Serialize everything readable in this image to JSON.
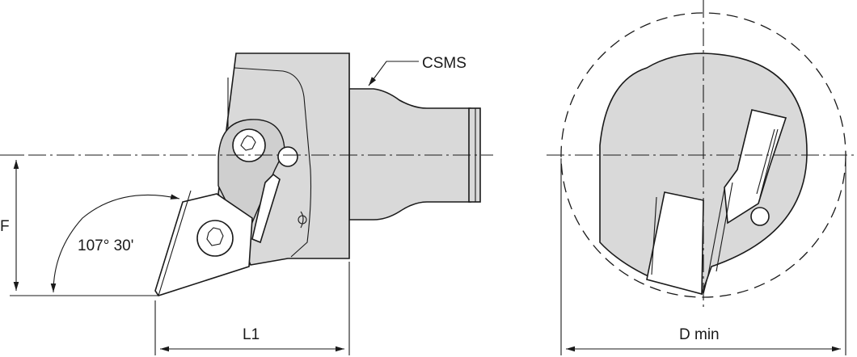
{
  "labels": {
    "csms": "CSMS",
    "f": "F",
    "angle": "107° 30'",
    "l1": "L1",
    "d_min": "D min"
  }
}
